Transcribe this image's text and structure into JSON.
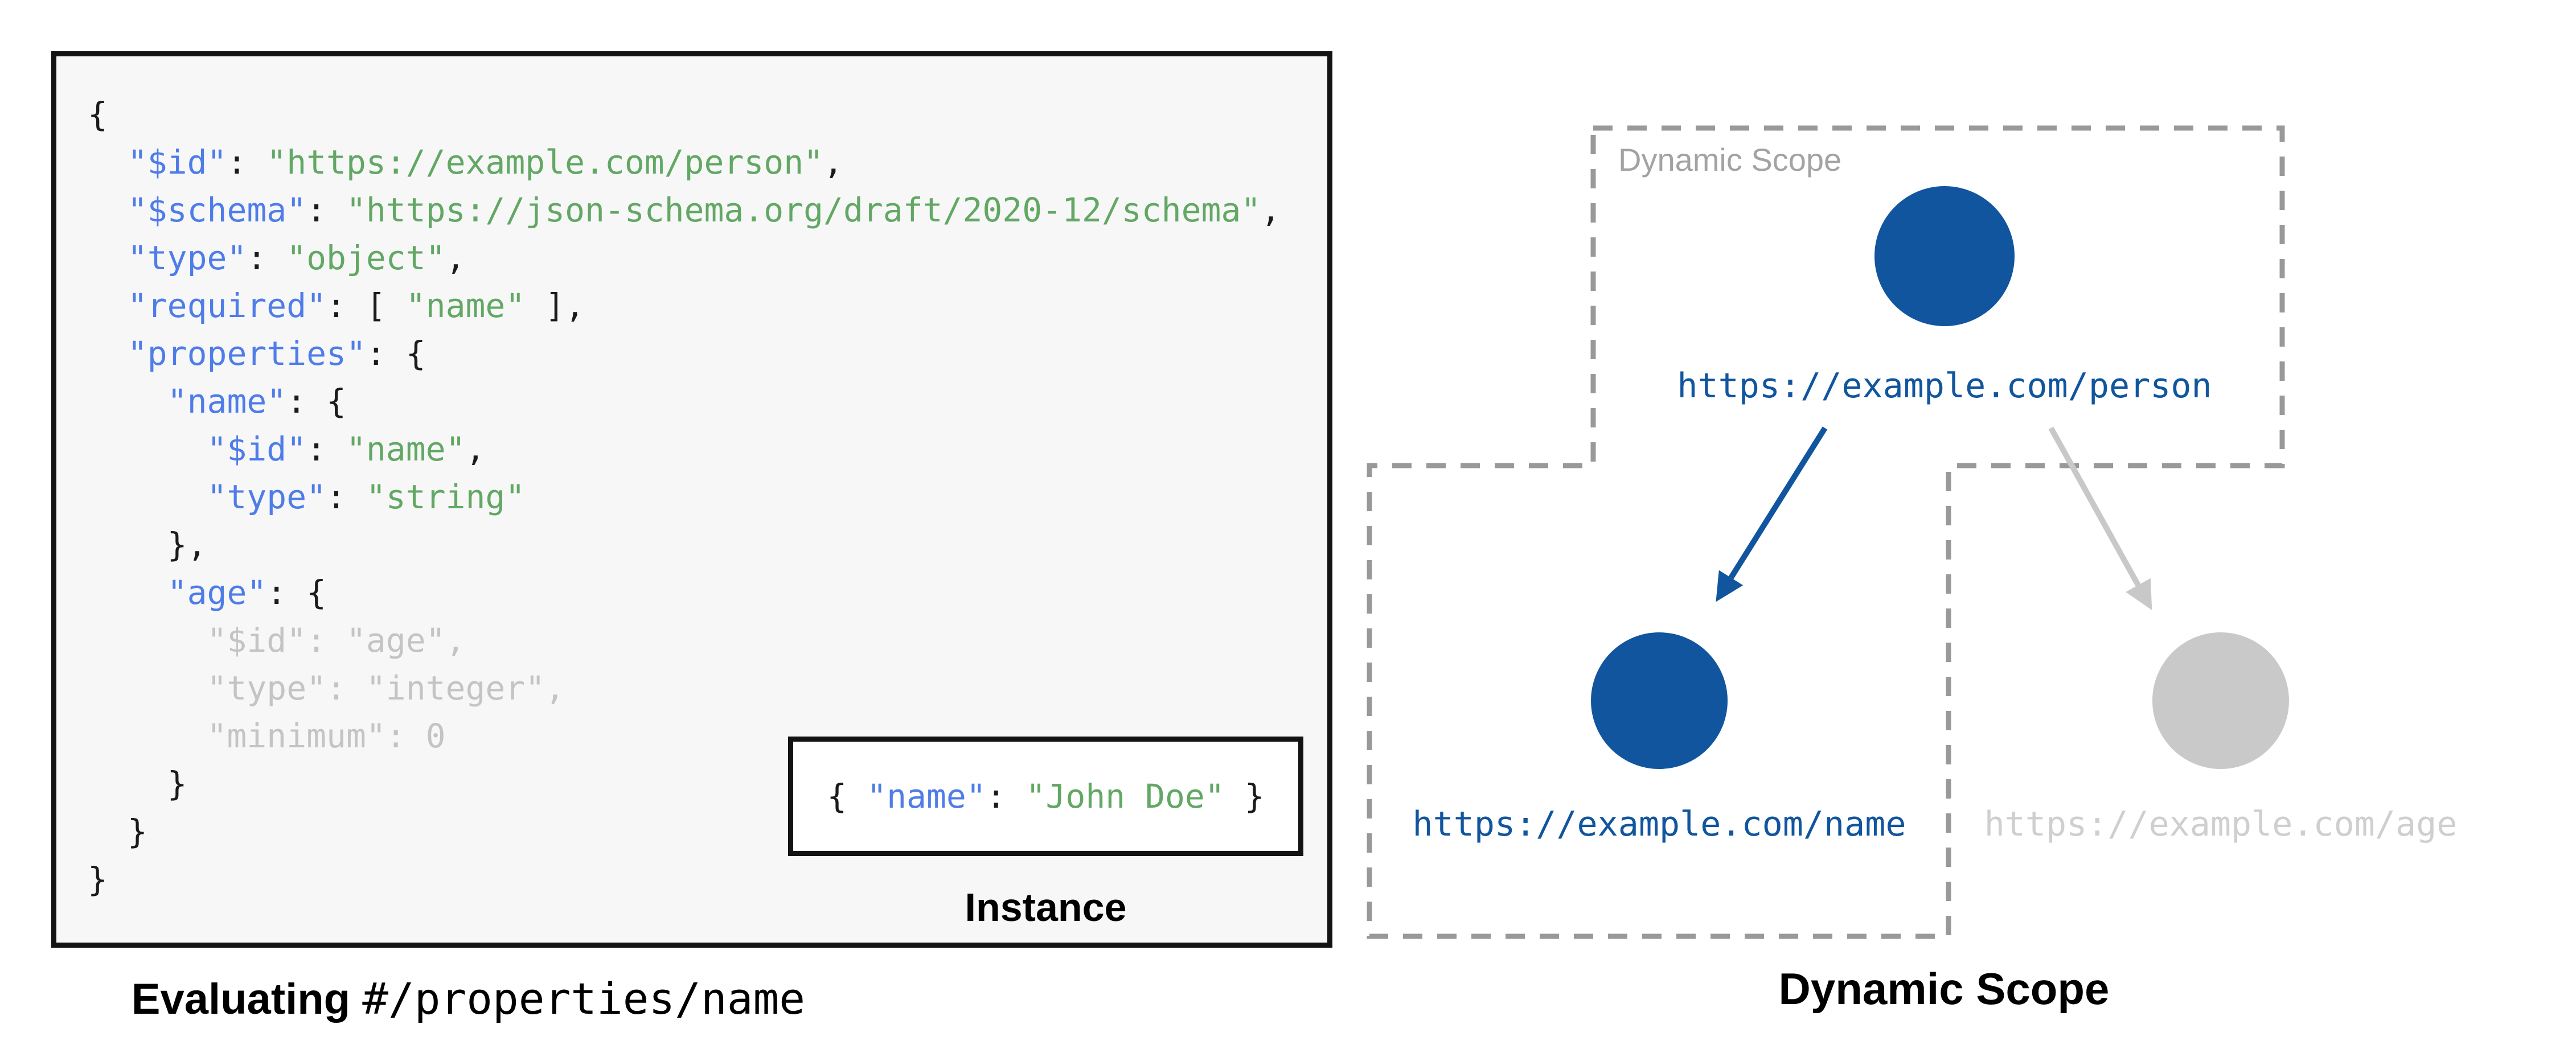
{
  "colors": {
    "panel_background": "#f7f7f8",
    "panel_border": "#131313",
    "code_key_blue": "#4f7de8",
    "code_string_green": "#62a864",
    "code_punct_black": "#1b1b1b",
    "code_muted_gray": "#c4c4c4",
    "scope_dash_gray": "#999999",
    "scope_label_gray": "#a3a3a3",
    "node_blue": "#11559e",
    "node_gray": "#c9c9c9",
    "url_gray": "#cfcfcf",
    "arrow_gray": "#c8c8c8"
  },
  "schema_panel": {
    "code_lines": [
      {
        "segments": [
          {
            "text": "{",
            "cls": "punct"
          }
        ]
      },
      {
        "segments": [
          {
            "text": "  ",
            "cls": "punct"
          },
          {
            "text": "\"$id\"",
            "cls": "key"
          },
          {
            "text": ": ",
            "cls": "punct"
          },
          {
            "text": "\"https://example.com/person\"",
            "cls": "str"
          },
          {
            "text": ",",
            "cls": "punct"
          }
        ]
      },
      {
        "segments": [
          {
            "text": "  ",
            "cls": "punct"
          },
          {
            "text": "\"$schema\"",
            "cls": "key"
          },
          {
            "text": ": ",
            "cls": "punct"
          },
          {
            "text": "\"https://json-schema.org/draft/2020-12/schema\"",
            "cls": "str"
          },
          {
            "text": ",",
            "cls": "punct"
          }
        ]
      },
      {
        "segments": [
          {
            "text": "  ",
            "cls": "punct"
          },
          {
            "text": "\"type\"",
            "cls": "key"
          },
          {
            "text": ": ",
            "cls": "punct"
          },
          {
            "text": "\"object\"",
            "cls": "str"
          },
          {
            "text": ",",
            "cls": "punct"
          }
        ]
      },
      {
        "segments": [
          {
            "text": "  ",
            "cls": "punct"
          },
          {
            "text": "\"required\"",
            "cls": "key"
          },
          {
            "text": ": [ ",
            "cls": "punct"
          },
          {
            "text": "\"name\"",
            "cls": "str"
          },
          {
            "text": " ],",
            "cls": "punct"
          }
        ]
      },
      {
        "segments": [
          {
            "text": "  ",
            "cls": "punct"
          },
          {
            "text": "\"properties\"",
            "cls": "key"
          },
          {
            "text": ": {",
            "cls": "punct"
          }
        ]
      },
      {
        "segments": [
          {
            "text": "    ",
            "cls": "punct"
          },
          {
            "text": "\"name\"",
            "cls": "key"
          },
          {
            "text": ": {",
            "cls": "punct"
          }
        ]
      },
      {
        "segments": [
          {
            "text": "      ",
            "cls": "punct"
          },
          {
            "text": "\"$id\"",
            "cls": "key"
          },
          {
            "text": ": ",
            "cls": "punct"
          },
          {
            "text": "\"name\"",
            "cls": "str"
          },
          {
            "text": ",",
            "cls": "punct"
          }
        ]
      },
      {
        "segments": [
          {
            "text": "      ",
            "cls": "punct"
          },
          {
            "text": "\"type\"",
            "cls": "key"
          },
          {
            "text": ": ",
            "cls": "punct"
          },
          {
            "text": "\"string\"",
            "cls": "str"
          }
        ]
      },
      {
        "segments": [
          {
            "text": "    },",
            "cls": "punct"
          }
        ]
      },
      {
        "segments": [
          {
            "text": "    ",
            "cls": "punct"
          },
          {
            "text": "\"age\"",
            "cls": "key"
          },
          {
            "text": ": {",
            "cls": "punct"
          }
        ]
      },
      {
        "segments": [
          {
            "text": "      \"$id\": \"age\",",
            "cls": "muted"
          }
        ]
      },
      {
        "segments": [
          {
            "text": "      \"type\": \"integer\",",
            "cls": "muted"
          }
        ]
      },
      {
        "segments": [
          {
            "text": "      \"minimum\": 0",
            "cls": "muted"
          }
        ]
      },
      {
        "segments": [
          {
            "text": "    }",
            "cls": "punct"
          }
        ]
      },
      {
        "segments": [
          {
            "text": "  }",
            "cls": "punct"
          }
        ]
      },
      {
        "segments": [
          {
            "text": "}",
            "cls": "punct"
          }
        ]
      }
    ],
    "instance": {
      "label": "Instance",
      "segments": [
        {
          "text": "{ ",
          "cls": "punct"
        },
        {
          "text": "\"name\"",
          "cls": "key"
        },
        {
          "text": ": ",
          "cls": "punct"
        },
        {
          "text": "\"John Doe\"",
          "cls": "str"
        },
        {
          "text": " }",
          "cls": "punct"
        }
      ]
    },
    "caption_bold": "Evaluating ",
    "caption_pointer": "#/properties/name"
  },
  "scope_diagram": {
    "scope_label": "Dynamic Scope",
    "caption": "Dynamic Scope",
    "nodes": [
      {
        "id": "person",
        "url": "https://example.com/person",
        "state": "active"
      },
      {
        "id": "name",
        "url": "https://example.com/name",
        "state": "active"
      },
      {
        "id": "age",
        "url": "https://example.com/age",
        "state": "inactive"
      }
    ]
  }
}
